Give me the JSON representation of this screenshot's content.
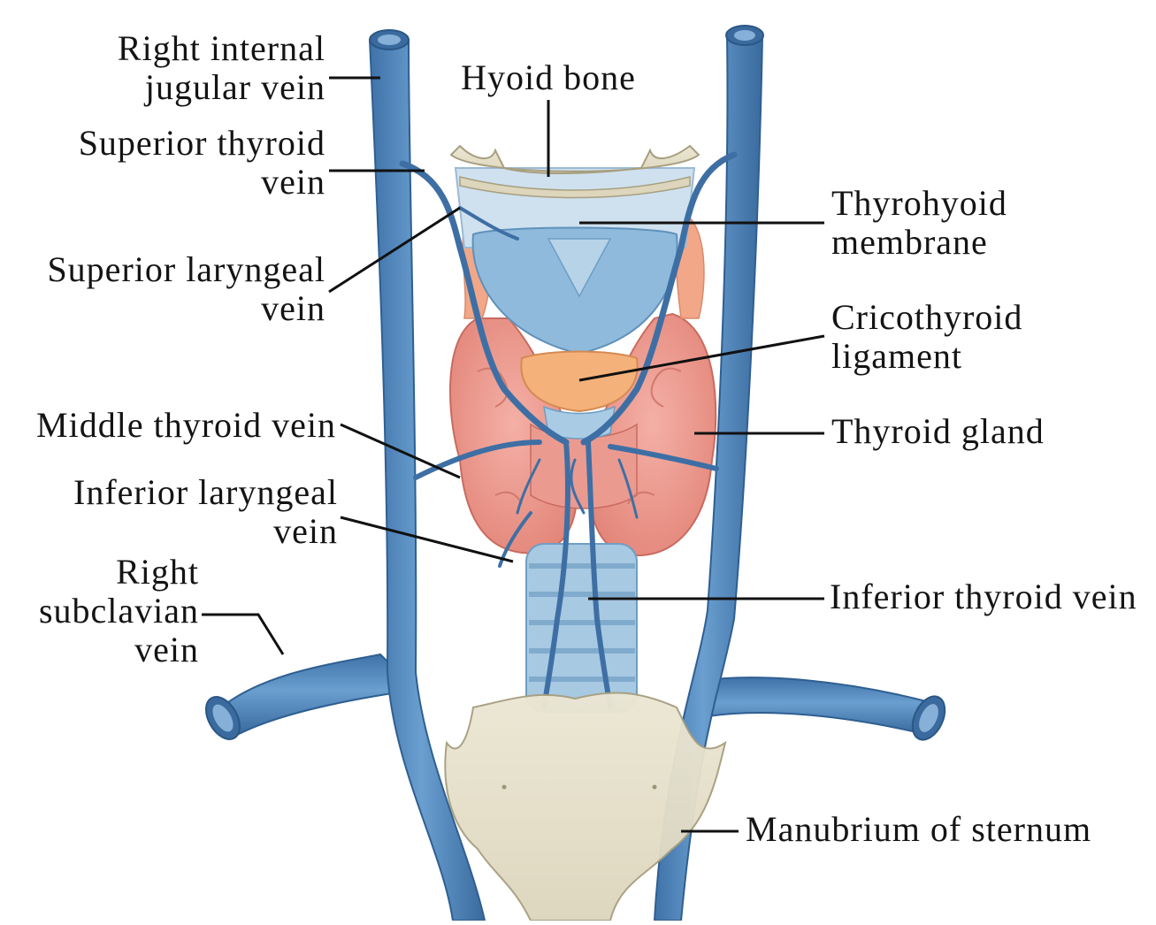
{
  "diagram": {
    "colors": {
      "vein": "#5b8ec2",
      "vein_dark": "#2e5e8f",
      "vein_light": "#8fb8de",
      "thyroid": "#ee9c92",
      "thyroid_dark": "#d87468",
      "cartilage": "#9fc4e0",
      "cartilage_light": "#c6dcee",
      "bone": "#e8e3cf",
      "bone_dark": "#c9c2a6",
      "muscle": "#f2ac7c",
      "leader": "#111111"
    },
    "labels": {
      "right_internal_jugular": [
        "Right internal",
        "jugular vein"
      ],
      "hyoid_bone": [
        "Hyoid bone"
      ],
      "superior_thyroid_vein": [
        "Superior thyroid",
        "vein"
      ],
      "thyrohyoid_membrane": [
        "Thyrohyoid",
        "membrane"
      ],
      "superior_laryngeal_vein": [
        "Superior laryngeal",
        "vein"
      ],
      "cricothyroid_ligament": [
        "Cricothyroid",
        "ligament"
      ],
      "middle_thyroid_vein": [
        "Middle thyroid vein"
      ],
      "thyroid_gland": [
        "Thyroid gland"
      ],
      "inferior_laryngeal_vein": [
        "Inferior laryngeal",
        "vein"
      ],
      "right_subclavian_vein": [
        "Right",
        "subclavian",
        "vein"
      ],
      "inferior_thyroid_vein": [
        "Inferior thyroid vein"
      ],
      "manubrium": [
        "Manubrium of sternum"
      ]
    }
  }
}
